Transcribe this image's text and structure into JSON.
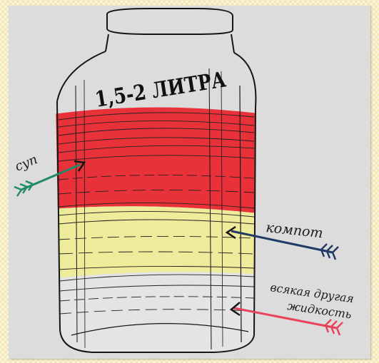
{
  "illustration": {
    "volume_label": "1,5-2 ЛИТРА",
    "labels": {
      "soup": "суп",
      "compote": "компот",
      "other_line1": "всякая другая",
      "other_line2": "жидкость"
    },
    "colors": {
      "soup_layer": "#e8242c",
      "compote_layer": "#eeeb9a",
      "soup_arrow": "#1f8a66",
      "compote_arrow": "#203a66",
      "other_arrow": "#e8435a",
      "card_background": "#dcdcdc",
      "frame_background": "#fbf6dc"
    },
    "layers": [
      "soup",
      "compote",
      "other liquid"
    ]
  }
}
